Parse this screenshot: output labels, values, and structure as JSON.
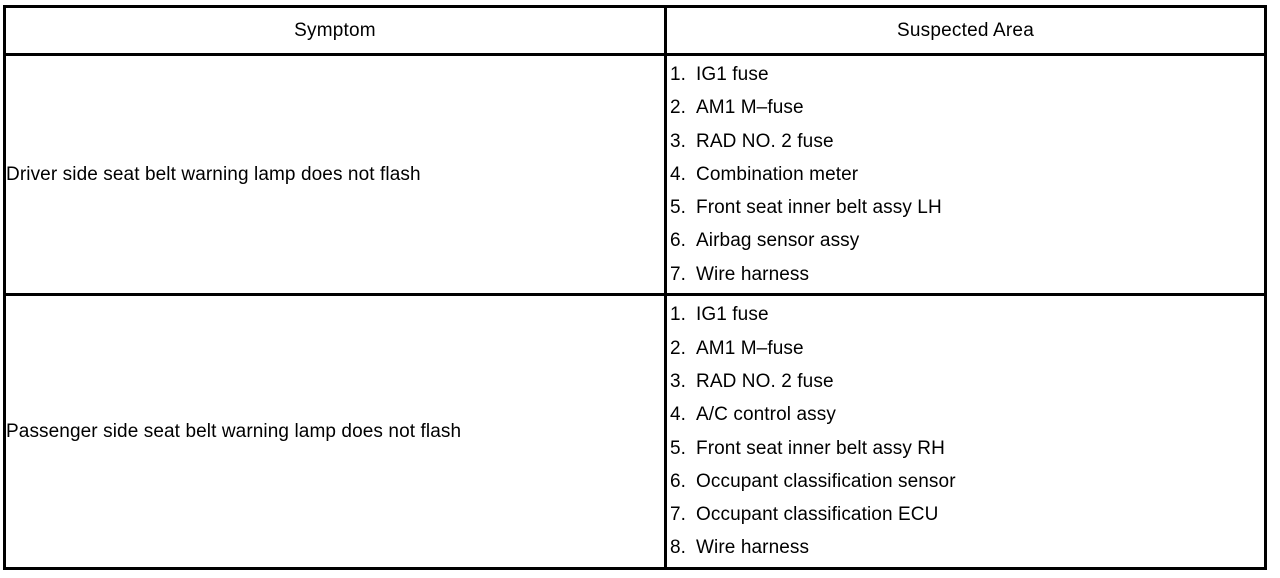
{
  "table": {
    "columns": [
      {
        "key": "symptom",
        "header": "Symptom"
      },
      {
        "key": "suspected",
        "header": "Suspected Area"
      }
    ],
    "rows": [
      {
        "symptom": "Driver side seat belt warning lamp does not flash",
        "suspected_area": [
          {
            "num": "1.",
            "text": "IG1 fuse"
          },
          {
            "num": "2.",
            "text": "AM1 M–fuse"
          },
          {
            "num": "3.",
            "text": "RAD NO. 2 fuse"
          },
          {
            "num": "4.",
            "text": "Combination meter"
          },
          {
            "num": "5.",
            "text": "Front seat inner belt assy LH"
          },
          {
            "num": "6.",
            "text": "Airbag sensor assy"
          },
          {
            "num": "7.",
            "text": "Wire harness"
          }
        ]
      },
      {
        "symptom": "Passenger side seat belt warning lamp does not flash",
        "suspected_area": [
          {
            "num": "1.",
            "text": "IG1 fuse"
          },
          {
            "num": "2.",
            "text": "AM1 M–fuse"
          },
          {
            "num": "3.",
            "text": "RAD NO. 2 fuse"
          },
          {
            "num": "4.",
            "text": "A/C control assy"
          },
          {
            "num": "5.",
            "text": "Front seat inner belt assy RH"
          },
          {
            "num": "6.",
            "text": "Occupant classification sensor"
          },
          {
            "num": "7.",
            "text": "Occupant classification ECU"
          },
          {
            "num": "8.",
            "text": "Wire harness"
          }
        ]
      }
    ]
  },
  "colors": {
    "border": "#000000",
    "text": "#000000",
    "background": "#ffffff"
  }
}
